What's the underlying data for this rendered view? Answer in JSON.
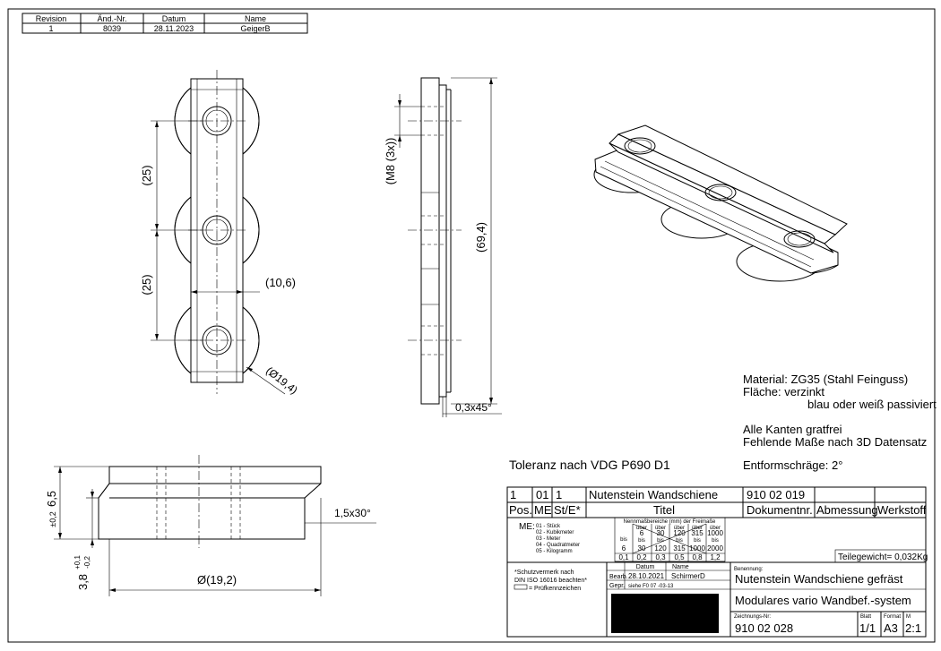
{
  "revision_table": {
    "headers": [
      "Revision",
      "Änd.-Nr.",
      "Datum",
      "Name"
    ],
    "row": [
      "1",
      "8039",
      "28.11.2023",
      "GeigerB"
    ]
  },
  "dims": {
    "d25a": "(25)",
    "d25b": "(25)",
    "d10_6": "(10,6)",
    "d19_4": "(Ø19,4)",
    "m8": "(M8 (3x))",
    "d69_4": "(69,4)",
    "chamfer": "0,3x45°",
    "h6_5": "6,5",
    "h6_5_tol": "±0,2",
    "h3_8": "3,8",
    "h3_8_up": "+0,1",
    "h3_8_lo": "-0,2",
    "d19_2": "Ø(19,2)",
    "c1_5": "1,5x30°"
  },
  "notes": {
    "material": "Material: ZG35 (Stahl Feinguss)",
    "surface": "Fläche: verzinkt",
    "surface2": "blau oder weiß passiviert",
    "edges": "Alle Kanten gratfrei",
    "missing": "Fehlende Maße nach 3D Datensatz",
    "draft": "Entformschräge:  2°",
    "tolerance": "Toleranz nach VDG P690 D1"
  },
  "title_block": {
    "pos": "1",
    "me": "01",
    "ste": "1",
    "titel": "Nutenstein Wandschiene",
    "dokno": "910 02 019",
    "h_pos": "Pos.",
    "h_me": "ME",
    "h_ste": "St/E*",
    "h_titel": "Titel",
    "h_dok": "Dokumentnr.",
    "h_abm": "Abmessung",
    "h_werk": "Werkstoff",
    "me_label": "ME:",
    "me_units": [
      "01 - Stück",
      "02 - Kubikmeter",
      "03 - Meter",
      "04 - Quadratmeter",
      "05 - Kilogramm"
    ],
    "tol_header": "Nennmaßbereiche (mm) der Freimaße",
    "tol_ueber": "über",
    "tol_bis": "bis",
    "tol_from": [
      "6",
      "30",
      "120",
      "315",
      "1000"
    ],
    "tol_to": [
      "6",
      "30",
      "120",
      "315",
      "1000",
      "2000"
    ],
    "tol_vals": [
      "0,1",
      "0,2",
      "0,3",
      "0,5",
      "0,8",
      "1,2"
    ],
    "weight": "Teilegewicht= 0,032Kg",
    "schutz1": "*Schutzvermerk nach",
    "schutz2": "DIN ISO 16016 beachten*",
    "pruef": "= Prüfkennzeichen",
    "h_datum": "Datum",
    "h_name": "Name",
    "bearb": "Bearb.",
    "bearb_date": "28.10.2021",
    "bearb_name": "SchirmerD",
    "gepr": "Gepr.",
    "gepr_val": "siehe F0 07 -03-13",
    "benennung_label": "Benennung:",
    "benennung1": "Nutenstein Wandschiene gefräst",
    "benennung2": "Modulares vario Wandbef.-system",
    "zeichnr_label": "Zeichnungs-Nr:",
    "zeichnr": "910 02 028",
    "blatt_label": "Blatt",
    "blatt": "1/1",
    "format_label": "Format",
    "format": "A3",
    "m_label": "M",
    "m": "2:1"
  },
  "colors": {
    "ink": "#000000",
    "paper": "#ffffff",
    "logo": "#000000"
  }
}
